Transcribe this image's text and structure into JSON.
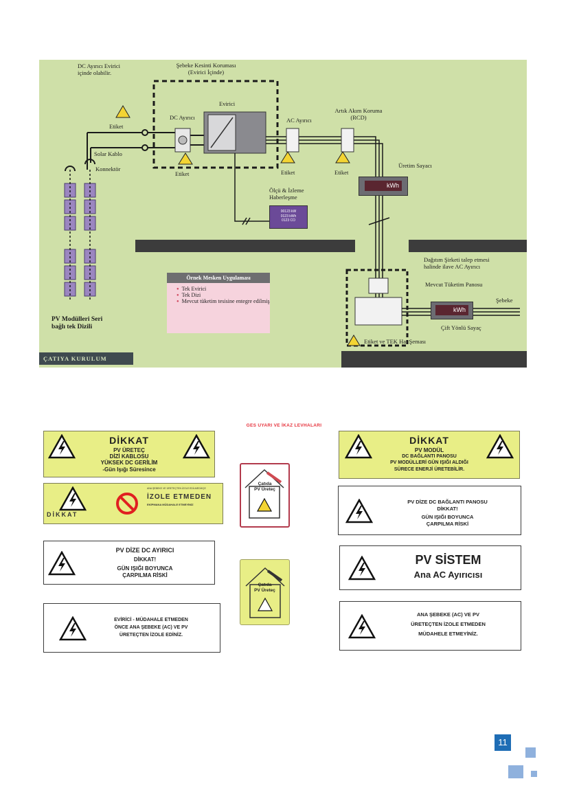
{
  "diagram": {
    "dc_isolator_note": "DC Ayırıcı Evirici içinde olabilir.",
    "grid_protection": "Şebeke Kesinti Koruması (Evirici İçinde)",
    "inverter": "Evirici",
    "dc_isolator": "DC Ayırıcı",
    "ac_isolator": "AC Ayırıcı",
    "rcd": "Artık Akım Koruma (RCD)",
    "label": "Etiket",
    "solar_cable": "Solar Kablo",
    "connector": "Konnektör",
    "production_meter": "Üretim Sayacı",
    "kwh": "kWh",
    "monitoring": "Ölçü & İzleme Haberleşme",
    "monitor_lines": [
      "00123 kW",
      "0123 kWh",
      "0123 CO"
    ],
    "pv_modules": "PV Modülleri Seri bağlı tek Dizili",
    "roof_install": "ÇATIYA KURULUM",
    "example_title": "Örnek Mesken Uygulaması",
    "example_items": [
      "Tek Evirici",
      "Tek Dizi",
      "Mevcut tüketim tesisine entegre edilmiş"
    ],
    "distribution_note": "Dağıtım Şirketi talep etmesi halinde ilave AC Ayırıcı",
    "consumption_panel": "Mevcut Tüketim Panosu",
    "grid": "Şebeke",
    "bidirectional_meter": "Çift Yönlü Sayaç",
    "label_and_diagram": "Etiket ve TEK Hat Şeması"
  },
  "signs": {
    "section_title": "GES UYARI VE İKAZ LEVHALARI",
    "s1": {
      "title": "DİKKAT",
      "lines": [
        "PV ÜRETEÇ",
        "DİZİ KABLOSU",
        "YÜKSEK DC GERİLİM",
        "-Gün Işığı Süresince"
      ]
    },
    "s2": {
      "small_top": "ANA ŞEBEKE VE ÜRETEÇTEN İZOLE EDİLMEDİKÇE",
      "title": "İZOLE ETMEDEN",
      "sub": "EKİPMANA MÜDAHALE ETMEYİNİZ",
      "brand": "DİKKAT"
    },
    "s3": {
      "lines": [
        "PV DİZE DC AYIRICI",
        "DİKKAT!",
        "GÜN IŞIĞI BOYUNCA",
        "ÇARPILMA RİSKİ"
      ]
    },
    "s4": {
      "lines": [
        "EVİRİCİ - MÜDAHALE ETMEDEN",
        "ÖNCE ANA ŞEBEKE (AC) VE PV",
        "ÜRETEÇTEN İZOLE EDİNİZ."
      ]
    },
    "house1": [
      "Çatıda",
      "PV Üreteç"
    ],
    "house2": [
      "Çatıda",
      "PV Üreteç"
    ],
    "s5": {
      "title": "DİKKAT",
      "lines": [
        "PV MODÜL",
        "DC BAĞLANTI PANOSU",
        "PV MODÜLLERİ GÜN IŞIĞI ALDIĞI",
        "SÜRECE ENERJİ ÜRETEBİLİR."
      ]
    },
    "s6": {
      "lines": [
        "PV DİZE DC BAĞLANTI PANOSU",
        "DİKKAT!",
        "GÜN IŞIĞI BOYUNCA",
        "ÇARPILMA RİSKİ"
      ]
    },
    "s7": {
      "lines": [
        "PV SİSTEM",
        "Ana AC Ayırıcısı"
      ]
    },
    "s8": {
      "lines": [
        "ANA ŞEBEKE (AC) VE PV",
        "ÜRETEÇTEN İZOLE ETMEDEN",
        "MÜDAHELE ETMEYİNİZ."
      ]
    }
  },
  "page_number": "11",
  "colors": {
    "diagram_bg": "#cfe0a8",
    "sign_yellow": "#e8ee86",
    "accent_blue": "#1e6db5",
    "title_red": "#e6323c"
  }
}
